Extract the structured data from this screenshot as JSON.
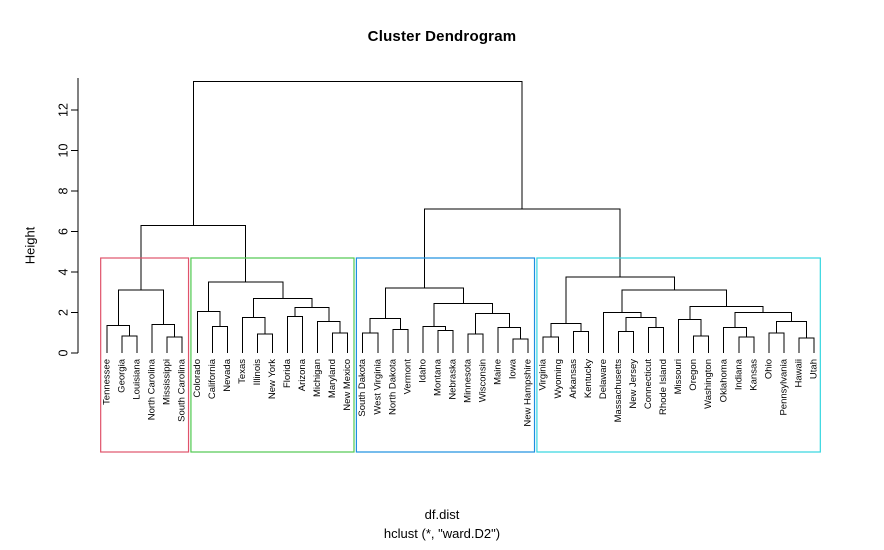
{
  "title": "Cluster Dendrogram",
  "axis": {
    "y_label": "Height",
    "y_ticks": [
      0,
      2,
      4,
      6,
      8,
      10,
      12
    ],
    "y_min": 0,
    "y_max": 13.4
  },
  "xlab_line1": "df.dist",
  "xlab_line2": "hclust (*, \"ward.D2\")",
  "cluster_colors": {
    "cluster1": "#E0536B",
    "cluster2": "#4FC94F",
    "cluster3": "#1C8FE0",
    "cluster4": "#33D6E0"
  },
  "chart_data": {
    "type": "dendrogram",
    "title": "Cluster Dendrogram",
    "xlabel": "df.dist\nhclust (*, \"ward.D2\")",
    "ylabel": "Height",
    "ylim": [
      0,
      13.4
    ],
    "method": "ward.D2",
    "distance": "df.dist",
    "n_leaves": 48,
    "n_clusters": 4,
    "leaves": [
      "Tennessee",
      "Georgia",
      "Louisiana",
      "North Carolina",
      "Mississippi",
      "South Carolina",
      "Colorado",
      "California",
      "Nevada",
      "Texas",
      "Illinois",
      "New York",
      "Florida",
      "Arizona",
      "Michigan",
      "Maryland",
      "New Mexico",
      "South Dakota",
      "West Virginia",
      "North Dakota",
      "Vermont",
      "Idaho",
      "Montana",
      "Nebraska",
      "Minnesota",
      "Wisconsin",
      "Maine",
      "Iowa",
      "New Hampshire",
      "Virginia",
      "Wyoming",
      "Arkansas",
      "Kentucky",
      "Delaware",
      "Massachusetts",
      "New Jersey",
      "Connecticut",
      "Rhode Island",
      "Missouri",
      "Oregon",
      "Washington",
      "Oklahoma",
      "Indiana",
      "Kansas",
      "Ohio",
      "Pennsylvania",
      "Hawaii",
      "Utah"
    ],
    "clusters": [
      {
        "id": "cluster1",
        "color": "#E0536B",
        "members": [
          "Tennessee",
          "Georgia",
          "Louisiana",
          "North Carolina",
          "Mississippi",
          "South Carolina"
        ]
      },
      {
        "id": "cluster2",
        "color": "#4FC94F",
        "members": [
          "Colorado",
          "California",
          "Nevada",
          "Texas",
          "Illinois",
          "New York",
          "Florida",
          "Arizona",
          "Michigan",
          "Maryland",
          "New Mexico"
        ]
      },
      {
        "id": "cluster3",
        "color": "#1C8FE0",
        "members": [
          "South Dakota",
          "West Virginia",
          "North Dakota",
          "Vermont",
          "Idaho",
          "Montana",
          "Nebraska",
          "Minnesota",
          "Wisconsin",
          "Maine",
          "Iowa",
          "New Hampshire"
        ]
      },
      {
        "id": "cluster4",
        "color": "#33D6E0",
        "members": [
          "Virginia",
          "Wyoming",
          "Arkansas",
          "Kentucky",
          "Delaware",
          "Massachusetts",
          "New Jersey",
          "Connecticut",
          "Rhode Island",
          "Missouri",
          "Oregon",
          "Washington",
          "Oklahoma",
          "Indiana",
          "Kansas",
          "Ohio",
          "Pennsylvania",
          "Hawaii",
          "Utah"
        ]
      }
    ],
    "tree": {
      "height": 13.4,
      "children": [
        {
          "height": 6.3,
          "children": [
            {
              "height": 3.1,
              "children": [
                {
                  "height": 1.35,
                  "children": [
                    {
                      "leaf": "Tennessee"
                    },
                    {
                      "height": 0.85,
                      "children": [
                        {
                          "leaf": "Georgia"
                        },
                        {
                          "leaf": "Louisiana"
                        }
                      ]
                    }
                  ]
                },
                {
                  "height": 1.4,
                  "children": [
                    {
                      "leaf": "North Carolina"
                    },
                    {
                      "height": 0.8,
                      "children": [
                        {
                          "leaf": "Mississippi"
                        },
                        {
                          "leaf": "South Carolina"
                        }
                      ]
                    }
                  ]
                }
              ]
            },
            {
              "height": 3.5,
              "children": [
                {
                  "height": 2.05,
                  "children": [
                    {
                      "leaf": "Colorado"
                    },
                    {
                      "height": 1.3,
                      "children": [
                        {
                          "leaf": "California"
                        },
                        {
                          "leaf": "Nevada"
                        }
                      ]
                    }
                  ]
                },
                {
                  "height": 2.7,
                  "children": [
                    {
                      "height": 1.75,
                      "children": [
                        {
                          "leaf": "Texas"
                        },
                        {
                          "height": 0.95,
                          "children": [
                            {
                              "leaf": "Illinois"
                            },
                            {
                              "leaf": "New York"
                            }
                          ]
                        }
                      ]
                    },
                    {
                      "height": 2.25,
                      "children": [
                        {
                          "height": 1.8,
                          "children": [
                            {
                              "leaf": "Florida"
                            },
                            {
                              "leaf": "Arizona"
                            }
                          ]
                        },
                        {
                          "height": 1.55,
                          "children": [
                            {
                              "leaf": "Michigan"
                            },
                            {
                              "height": 1.0,
                              "children": [
                                {
                                  "leaf": "Maryland"
                                },
                                {
                                  "leaf": "New Mexico"
                                }
                              ]
                            }
                          ]
                        }
                      ]
                    }
                  ]
                }
              ]
            }
          ]
        },
        {
          "height": 7.1,
          "children": [
            {
              "height": 3.2,
              "children": [
                {
                  "height": 1.7,
                  "children": [
                    {
                      "height": 1.0,
                      "children": [
                        {
                          "leaf": "South Dakota"
                        },
                        {
                          "leaf": "West Virginia"
                        }
                      ]
                    },
                    {
                      "height": 1.15,
                      "children": [
                        {
                          "leaf": "North Dakota"
                        },
                        {
                          "leaf": "Vermont"
                        }
                      ]
                    }
                  ]
                },
                {
                  "height": 2.45,
                  "children": [
                    {
                      "height": 1.3,
                      "children": [
                        {
                          "leaf": "Idaho"
                        },
                        {
                          "height": 1.1,
                          "children": [
                            {
                              "leaf": "Montana"
                            },
                            {
                              "leaf": "Nebraska"
                            }
                          ]
                        }
                      ]
                    },
                    {
                      "height": 1.95,
                      "children": [
                        {
                          "height": 0.95,
                          "children": [
                            {
                              "leaf": "Minnesota"
                            },
                            {
                              "leaf": "Wisconsin"
                            }
                          ]
                        },
                        {
                          "height": 1.25,
                          "children": [
                            {
                              "leaf": "Maine"
                            },
                            {
                              "height": 0.7,
                              "children": [
                                {
                                  "leaf": "Iowa"
                                },
                                {
                                  "leaf": "New Hampshire"
                                }
                              ]
                            }
                          ]
                        }
                      ]
                    }
                  ]
                }
              ]
            },
            {
              "height": 3.75,
              "children": [
                {
                  "height": 1.45,
                  "children": [
                    {
                      "height": 0.8,
                      "children": [
                        {
                          "leaf": "Virginia"
                        },
                        {
                          "leaf": "Wyoming"
                        }
                      ]
                    },
                    {
                      "height": 1.05,
                      "children": [
                        {
                          "leaf": "Arkansas"
                        },
                        {
                          "leaf": "Kentucky"
                        }
                      ]
                    }
                  ]
                },
                {
                  "height": 3.1,
                  "children": [
                    {
                      "height": 2.0,
                      "children": [
                        {
                          "leaf": "Delaware"
                        },
                        {
                          "height": 1.75,
                          "children": [
                            {
                              "height": 1.05,
                              "children": [
                                {
                                  "leaf": "Massachusetts"
                                },
                                {
                                  "leaf": "New Jersey"
                                }
                              ]
                            },
                            {
                              "height": 1.25,
                              "children": [
                                {
                                  "leaf": "Connecticut"
                                },
                                {
                                  "leaf": "Rhode Island"
                                }
                              ]
                            }
                          ]
                        }
                      ]
                    },
                    {
                      "height": 2.3,
                      "children": [
                        {
                          "height": 1.65,
                          "children": [
                            {
                              "leaf": "Missouri"
                            },
                            {
                              "height": 0.85,
                              "children": [
                                {
                                  "leaf": "Oregon"
                                },
                                {
                                  "leaf": "Washington"
                                }
                              ]
                            }
                          ]
                        },
                        {
                          "height": 2.0,
                          "children": [
                            {
                              "height": 1.25,
                              "children": [
                                {
                                  "leaf": "Oklahoma"
                                },
                                {
                                  "height": 0.8,
                                  "children": [
                                    {
                                      "leaf": "Indiana"
                                    },
                                    {
                                      "leaf": "Kansas"
                                    }
                                  ]
                                }
                              ]
                            },
                            {
                              "height": 1.55,
                              "children": [
                                {
                                  "height": 1.0,
                                  "children": [
                                    {
                                      "leaf": "Ohio"
                                    },
                                    {
                                      "leaf": "Pennsylvania"
                                    }
                                  ]
                                },
                                {
                                  "height": 0.75,
                                  "children": [
                                    {
                                      "leaf": "Hawaii"
                                    },
                                    {
                                      "leaf": "Utah"
                                    }
                                  ]
                                }
                              ]
                            }
                          ]
                        }
                      ]
                    }
                  ]
                }
              ]
            }
          ]
        }
      ]
    }
  }
}
